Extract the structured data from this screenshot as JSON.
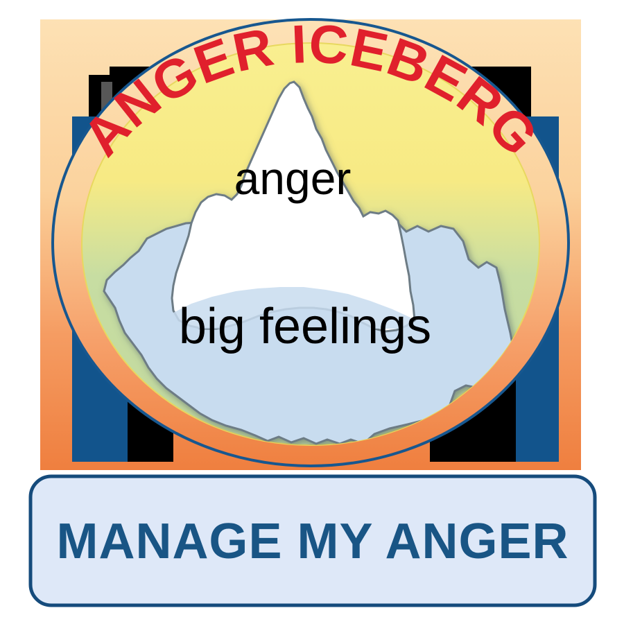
{
  "card": {
    "name": "anger-iceberg-card",
    "background_top_color": "#fce0b0",
    "background_bottom_color": "#ef7f3f",
    "accent_navy": "#12548c",
    "accent_red": "#e0202c"
  },
  "title": {
    "text": "ANGER ICEBERG",
    "word_1": "ANGER",
    "word_2": "ICEBERG",
    "color": "#e0202c"
  },
  "iceberg": {
    "tip_label": "anger",
    "tip_label_color": "#000000",
    "tip_fill": "#ffffff",
    "underwater_label": "big feelings",
    "underwater_label_color": "#000000",
    "underwater_fill": "#c8dcef",
    "outline_color": "#6d7b85"
  },
  "scene": {
    "sky_top_color": "#fbe0b2",
    "sky_band_color": "#f7ea8a",
    "water_band_color": "#c4dba1",
    "ellipse_stroke_color": "#17578f"
  },
  "button": {
    "label": "MANAGE MY ANGER",
    "text_color": "#195585",
    "fill_color": "#dee8f8",
    "border_color": "#154b7c"
  }
}
